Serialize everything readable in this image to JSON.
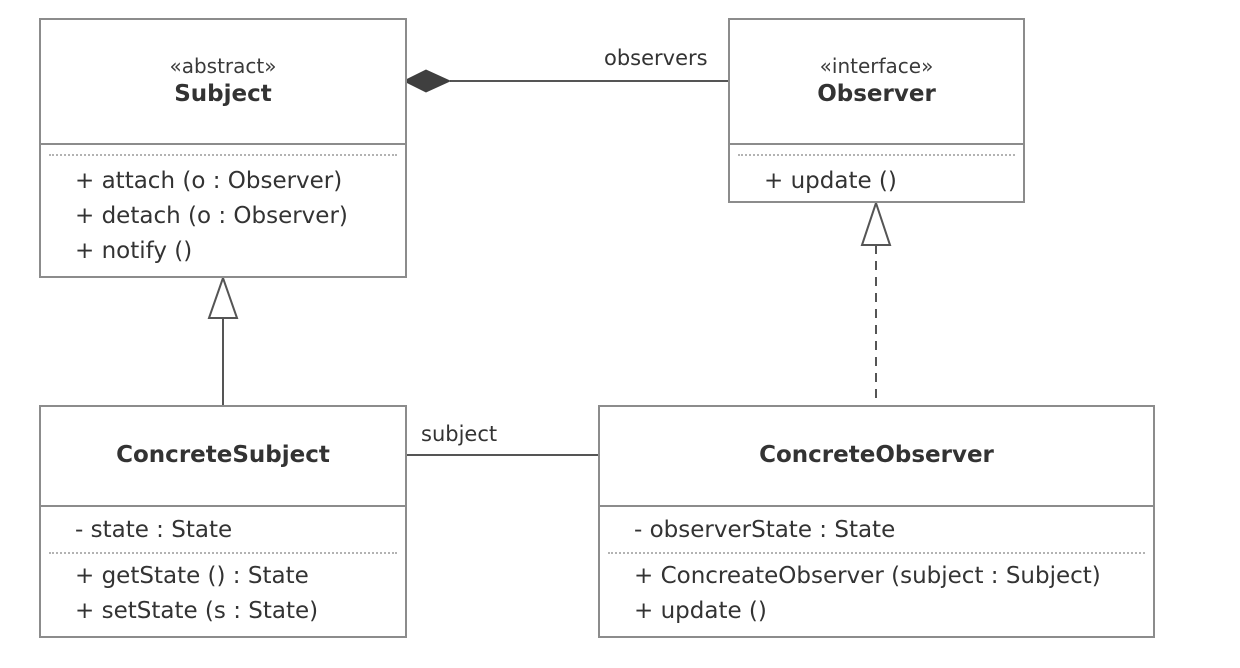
{
  "classes": {
    "subject": {
      "stereotype": "«abstract»",
      "name": "Subject",
      "operations": [
        "+ attach (o : Observer)",
        "+ detach (o : Observer)",
        "+ notify ()"
      ]
    },
    "observer": {
      "stereotype": "«interface»",
      "name": "Observer",
      "operations": [
        "+ update ()"
      ]
    },
    "concrete_subject": {
      "name": "ConcreteSubject",
      "attributes": [
        "- state : State"
      ],
      "operations": [
        "+ getState () : State",
        "+ setState (s : State)"
      ]
    },
    "concrete_observer": {
      "name": "ConcreteObserver",
      "attributes": [
        "- observerState : State"
      ],
      "operations": [
        "+ ConcreateObserver (subject : Subject)",
        "+ update ()"
      ]
    }
  },
  "associations": {
    "observers_role": "observers",
    "subject_role": "subject"
  },
  "colors": {
    "line": "#555555",
    "border": "#8c8c8c",
    "diamond": "#3f3f3f"
  }
}
